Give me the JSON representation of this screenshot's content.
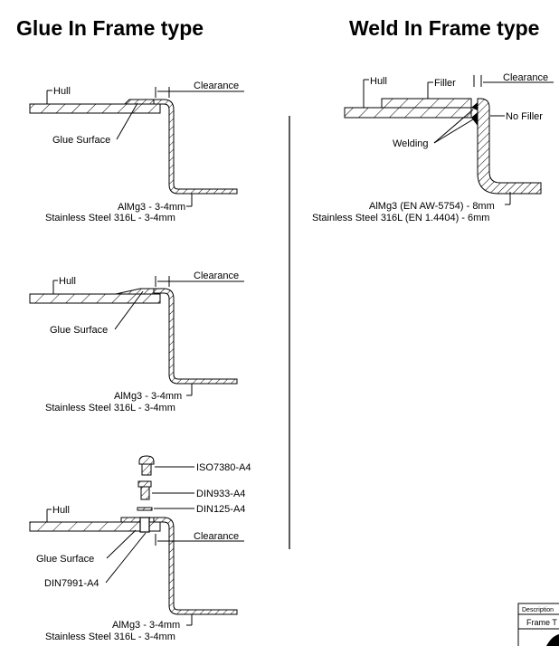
{
  "titles": {
    "glue": "Glue In Frame type",
    "weld": "Weld In Frame type"
  },
  "glue1": {
    "hull": "Hull",
    "clearance": "Clearance",
    "glue_surface": "Glue Surface",
    "material_1": "AlMg3 - 3-4mm",
    "material_2": "Stainless Steel 316L - 3-4mm"
  },
  "glue2": {
    "hull": "Hull",
    "clearance": "Clearance",
    "glue_surface": "Glue Surface",
    "material_1": "AlMg3 - 3-4mm",
    "material_2": "Stainless Steel 316L - 3-4mm"
  },
  "glue3": {
    "screw": "ISO7380-A4",
    "bolt": "DIN933-A4",
    "washer": "DIN125-A4",
    "hull": "Hull",
    "clearance": "Clearance",
    "glue_surface": "Glue Surface",
    "insert": "DIN7991-A4",
    "material_1": "AlMg3 - 3-4mm",
    "material_2": "Stainless Steel 316L - 3-4mm"
  },
  "weld": {
    "hull": "Hull",
    "filler": "Filler",
    "clearance": "Clearance",
    "no_filler": "No Filler",
    "welding": "Welding",
    "material_1": "AlMg3 (EN AW-5754) - 8mm",
    "material_2": "Stainless Steel 316L (EN 1.4404) - 6mm"
  },
  "title_block": {
    "description_label": "Description",
    "description_value": "Frame T"
  }
}
